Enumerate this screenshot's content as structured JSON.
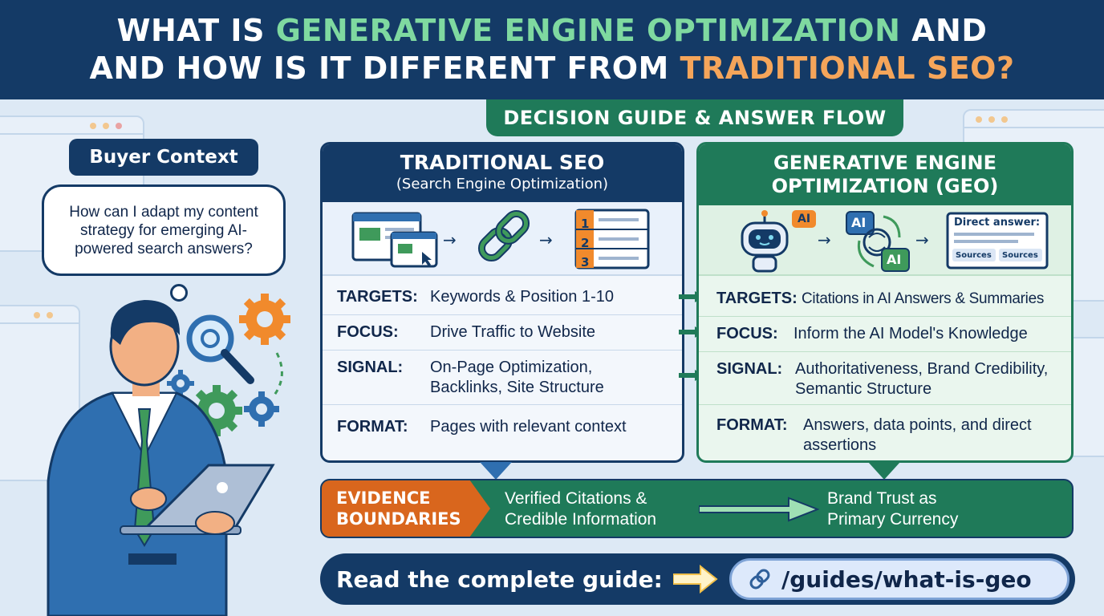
{
  "header": {
    "line1_a": "WHAT IS ",
    "line1_b": "GENERATIVE ENGINE OPTIMIZATION",
    "line1_c": " AND",
    "line2_a": "AND HOW IS IT DIFFERENT FROM ",
    "line2_b": "TRADITIONAL SEO?"
  },
  "guide_tab": "DECISION GUIDE & ANSWER FLOW",
  "buyer": {
    "label": "Buyer Context",
    "question": "How can I adapt my content strategy for emerging AI-powered search answers?"
  },
  "seo": {
    "title": "TRADITIONAL SEO",
    "subtitle": "(Search Engine Optimization)",
    "list_numbers": [
      "1",
      "2",
      "3"
    ],
    "rows": [
      {
        "label": "TARGETS:",
        "value": "Keywords & Position 1-10"
      },
      {
        "label": "FOCUS:",
        "value": "Drive Traffic to Website"
      },
      {
        "label": "SIGNAL:",
        "value": "On-Page Optimization, Backlinks, Site Structure"
      },
      {
        "label": "FORMAT:",
        "value": "Pages with relevant context"
      }
    ]
  },
  "geo": {
    "title_line1": "GENERATIVE ENGINE",
    "title_line2": "OPTIMIZATION (GEO)",
    "ai_badge": "AI",
    "ai_badge2": "AI",
    "ai_badge3": "AI",
    "answer_card_title": "Direct answer:",
    "sources_1": "Sources",
    "sources_2": "Sources",
    "rows": [
      {
        "label": "TARGETS:",
        "value": "Citations in AI Answers & Summaries"
      },
      {
        "label": "FOCUS:",
        "value": "Inform the AI Model's Knowledge"
      },
      {
        "label": "SIGNAL:",
        "value": "Authoritativeness, Brand Credibility, Semantic Structure"
      },
      {
        "label": "FORMAT:",
        "value": "Answers, data points, and direct assertions"
      }
    ]
  },
  "evidence": {
    "label_line1": "EVIDENCE",
    "label_line2": "BOUNDARIES",
    "middle_line1": "Verified Citations &",
    "middle_line2": "Credible Information",
    "right_line1": "Brand Trust as",
    "right_line2": "Primary Currency"
  },
  "footer": {
    "cta": "Read the complete guide:",
    "link": "/guides/what-is-geo"
  },
  "colors": {
    "navy": "#143a66",
    "green": "#1f7a59",
    "orange": "#d9661d",
    "highlight_green": "#7fd9a0",
    "highlight_orange": "#f5a55a"
  }
}
